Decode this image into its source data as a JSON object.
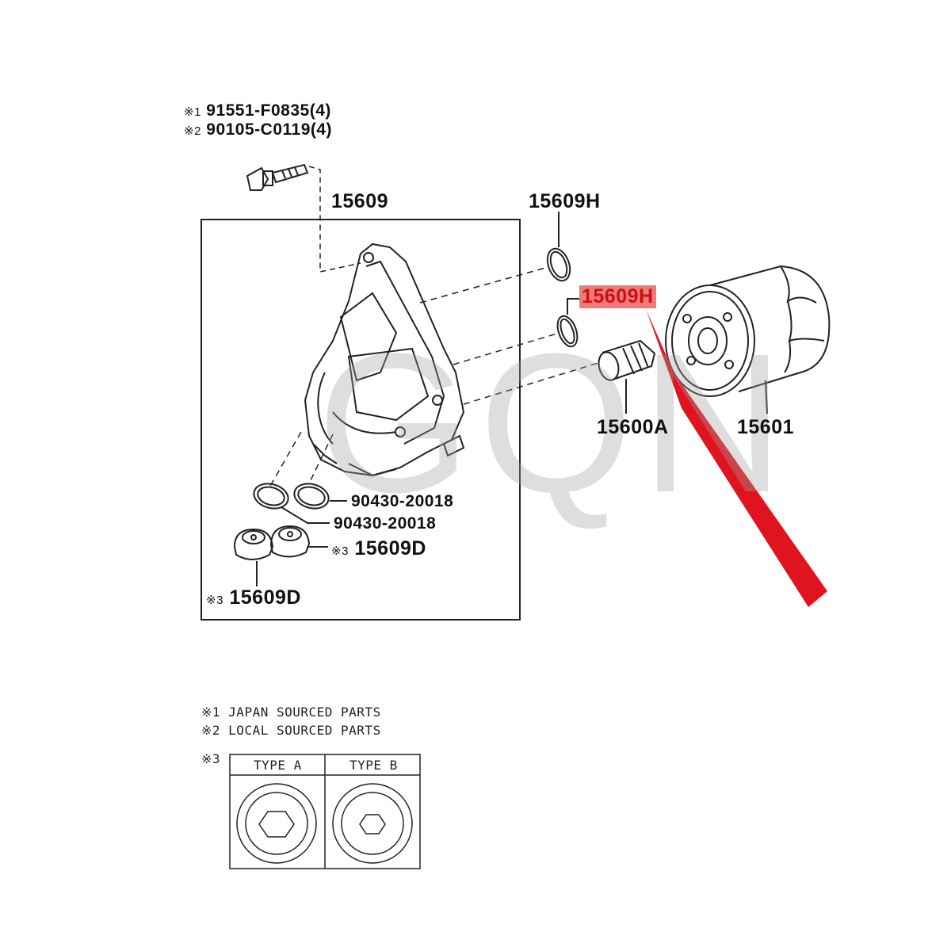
{
  "watermark": "GQN",
  "bolt_callout": {
    "line1_mark": "※1",
    "line1_part": "91551-F0835(4)",
    "line2_mark": "※2",
    "line2_part": "90105-C0119(4)"
  },
  "parts": {
    "housing": "15609",
    "gasket_upper": "15609H",
    "gasket_highlighted": "15609H",
    "union": "15600A",
    "filter": "15601",
    "gasket_1": "90430-20018",
    "gasket_2": "90430-20018",
    "plug_right_mark": "※3",
    "plug_right": "15609D",
    "plug_left_mark": "※3",
    "plug_left": "15609D"
  },
  "notes": {
    "note1": "※1 JAPAN SOURCED PARTS",
    "note2": "※2 LOCAL SOURCED PARTS",
    "note3_mark": "※3",
    "type_a": "TYPE A",
    "type_b": "TYPE B"
  },
  "colors": {
    "highlight_fill": "#f07a7a",
    "highlight_text": "#cc1010",
    "arrow": "#e0141e"
  }
}
